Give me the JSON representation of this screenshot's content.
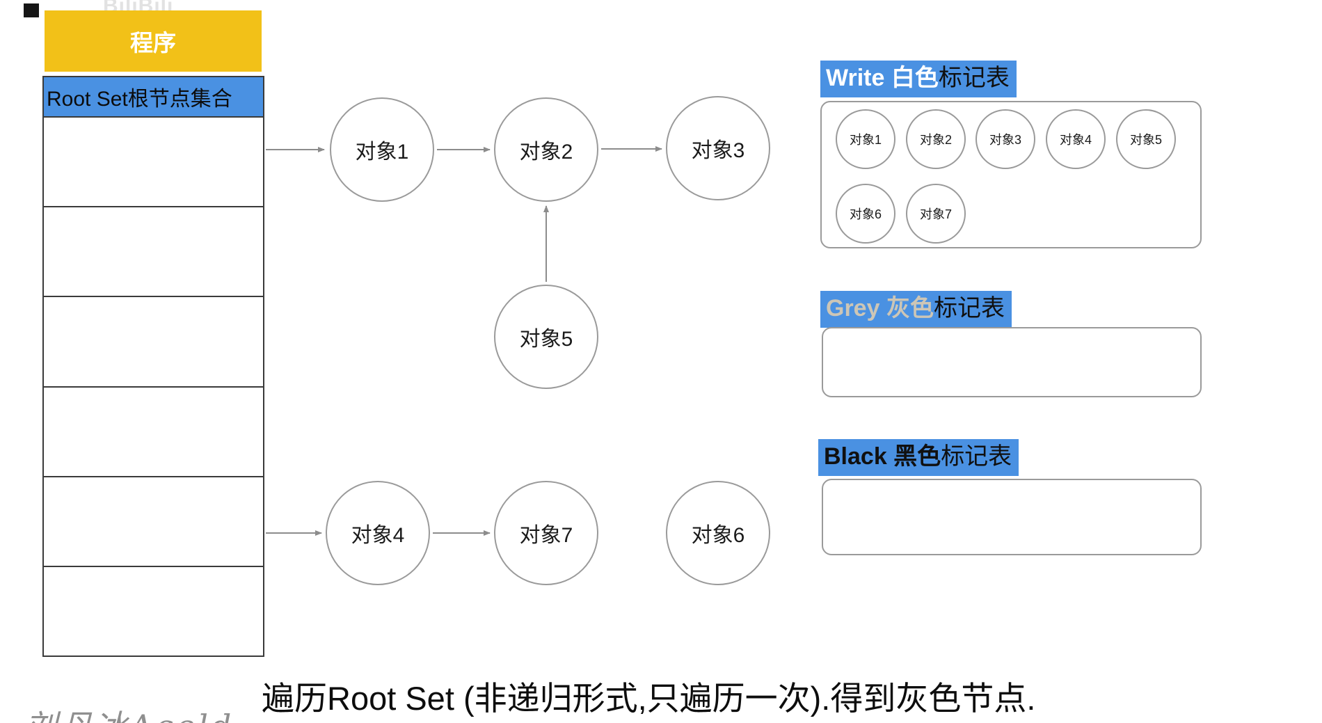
{
  "watermark": {
    "text": "BiliBili"
  },
  "stack": {
    "header_label": "程序",
    "root_label": "Root Set根节点集合",
    "empty_row_count": 6
  },
  "graph": {
    "nodes": [
      {
        "id": "obj1",
        "label": "对象1"
      },
      {
        "id": "obj2",
        "label": "对象2"
      },
      {
        "id": "obj3",
        "label": "对象3"
      },
      {
        "id": "obj5",
        "label": "对象5"
      },
      {
        "id": "obj4",
        "label": "对象4"
      },
      {
        "id": "obj7",
        "label": "对象7"
      },
      {
        "id": "obj6",
        "label": "对象6"
      }
    ],
    "edges": [
      "RootSet->对象1",
      "对象1->对象2",
      "对象2->对象3",
      "对象5->对象2",
      "RootSet->对象4",
      "对象4->对象7"
    ]
  },
  "panels": {
    "white": {
      "highlight": "Write 白色",
      "suffix": "标记表",
      "items": [
        "对象1",
        "对象2",
        "对象3",
        "对象4",
        "对象5",
        "对象6",
        "对象7"
      ]
    },
    "grey": {
      "highlight": "Grey 灰色",
      "suffix": "标记表",
      "items": []
    },
    "black": {
      "highlight": "Black 黑色",
      "suffix": "标记表",
      "items": []
    }
  },
  "caption": "遍历Root Set (非递归形式,只遍历一次).得到灰色节点.",
  "signature": "刘丹冰Aceld",
  "colors": {
    "highlight_blue": "#4a91e2",
    "header_yellow": "#f2c118",
    "grey_label_text": "#cdc6b6",
    "outline_grey": "#9a9a9a"
  }
}
